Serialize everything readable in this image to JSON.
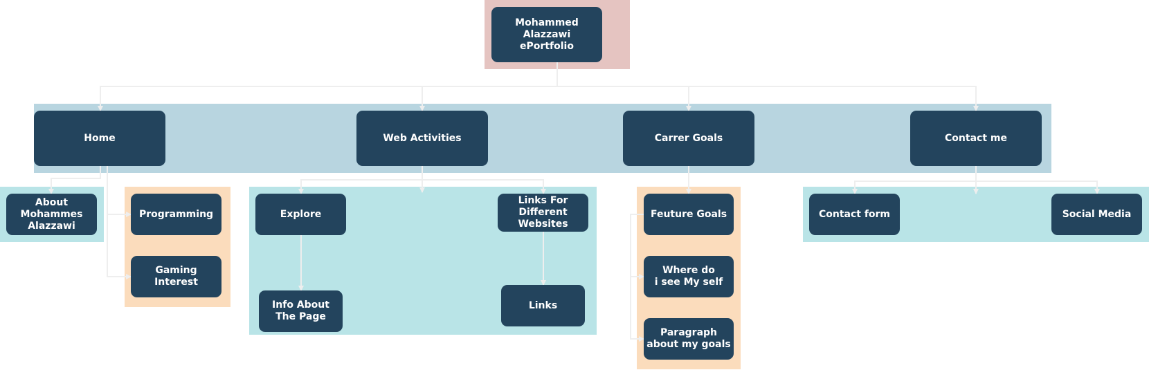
{
  "colors": {
    "node_fill": "#23445d",
    "node_text": "#ffffff",
    "connector": "#eeeeee",
    "root_region": "#e5c4c1",
    "branch_region": "#b8d5e0",
    "sub_region_cyan": "#b9e4e7",
    "sub_region_peach": "#fbdcbc"
  },
  "diagram": {
    "root": {
      "label": "Mohammed Alazzawi\nePortfolio"
    },
    "sections": {
      "home": {
        "label": "Home",
        "children": [
          {
            "label": "About Mohammes\nAlazzawi"
          },
          {
            "label": "Programming"
          },
          {
            "label": "Gaming\nInterest"
          }
        ]
      },
      "web": {
        "label": "Web Activities",
        "children": [
          {
            "label": "Explore"
          },
          {
            "label": "Links For\nDifferent\nWebsites"
          },
          {
            "label": "Info About\nThe Page"
          },
          {
            "label": "Links"
          }
        ]
      },
      "career": {
        "label": "Carrer Goals",
        "children": [
          {
            "label": "Feuture Goals"
          },
          {
            "label": "Where do\ni see My self"
          },
          {
            "label": "Paragraph\nabout my goals"
          }
        ]
      },
      "contact": {
        "label": "Contact me",
        "children": [
          {
            "label": "Contact form"
          },
          {
            "label": "Social Media"
          }
        ]
      }
    }
  }
}
